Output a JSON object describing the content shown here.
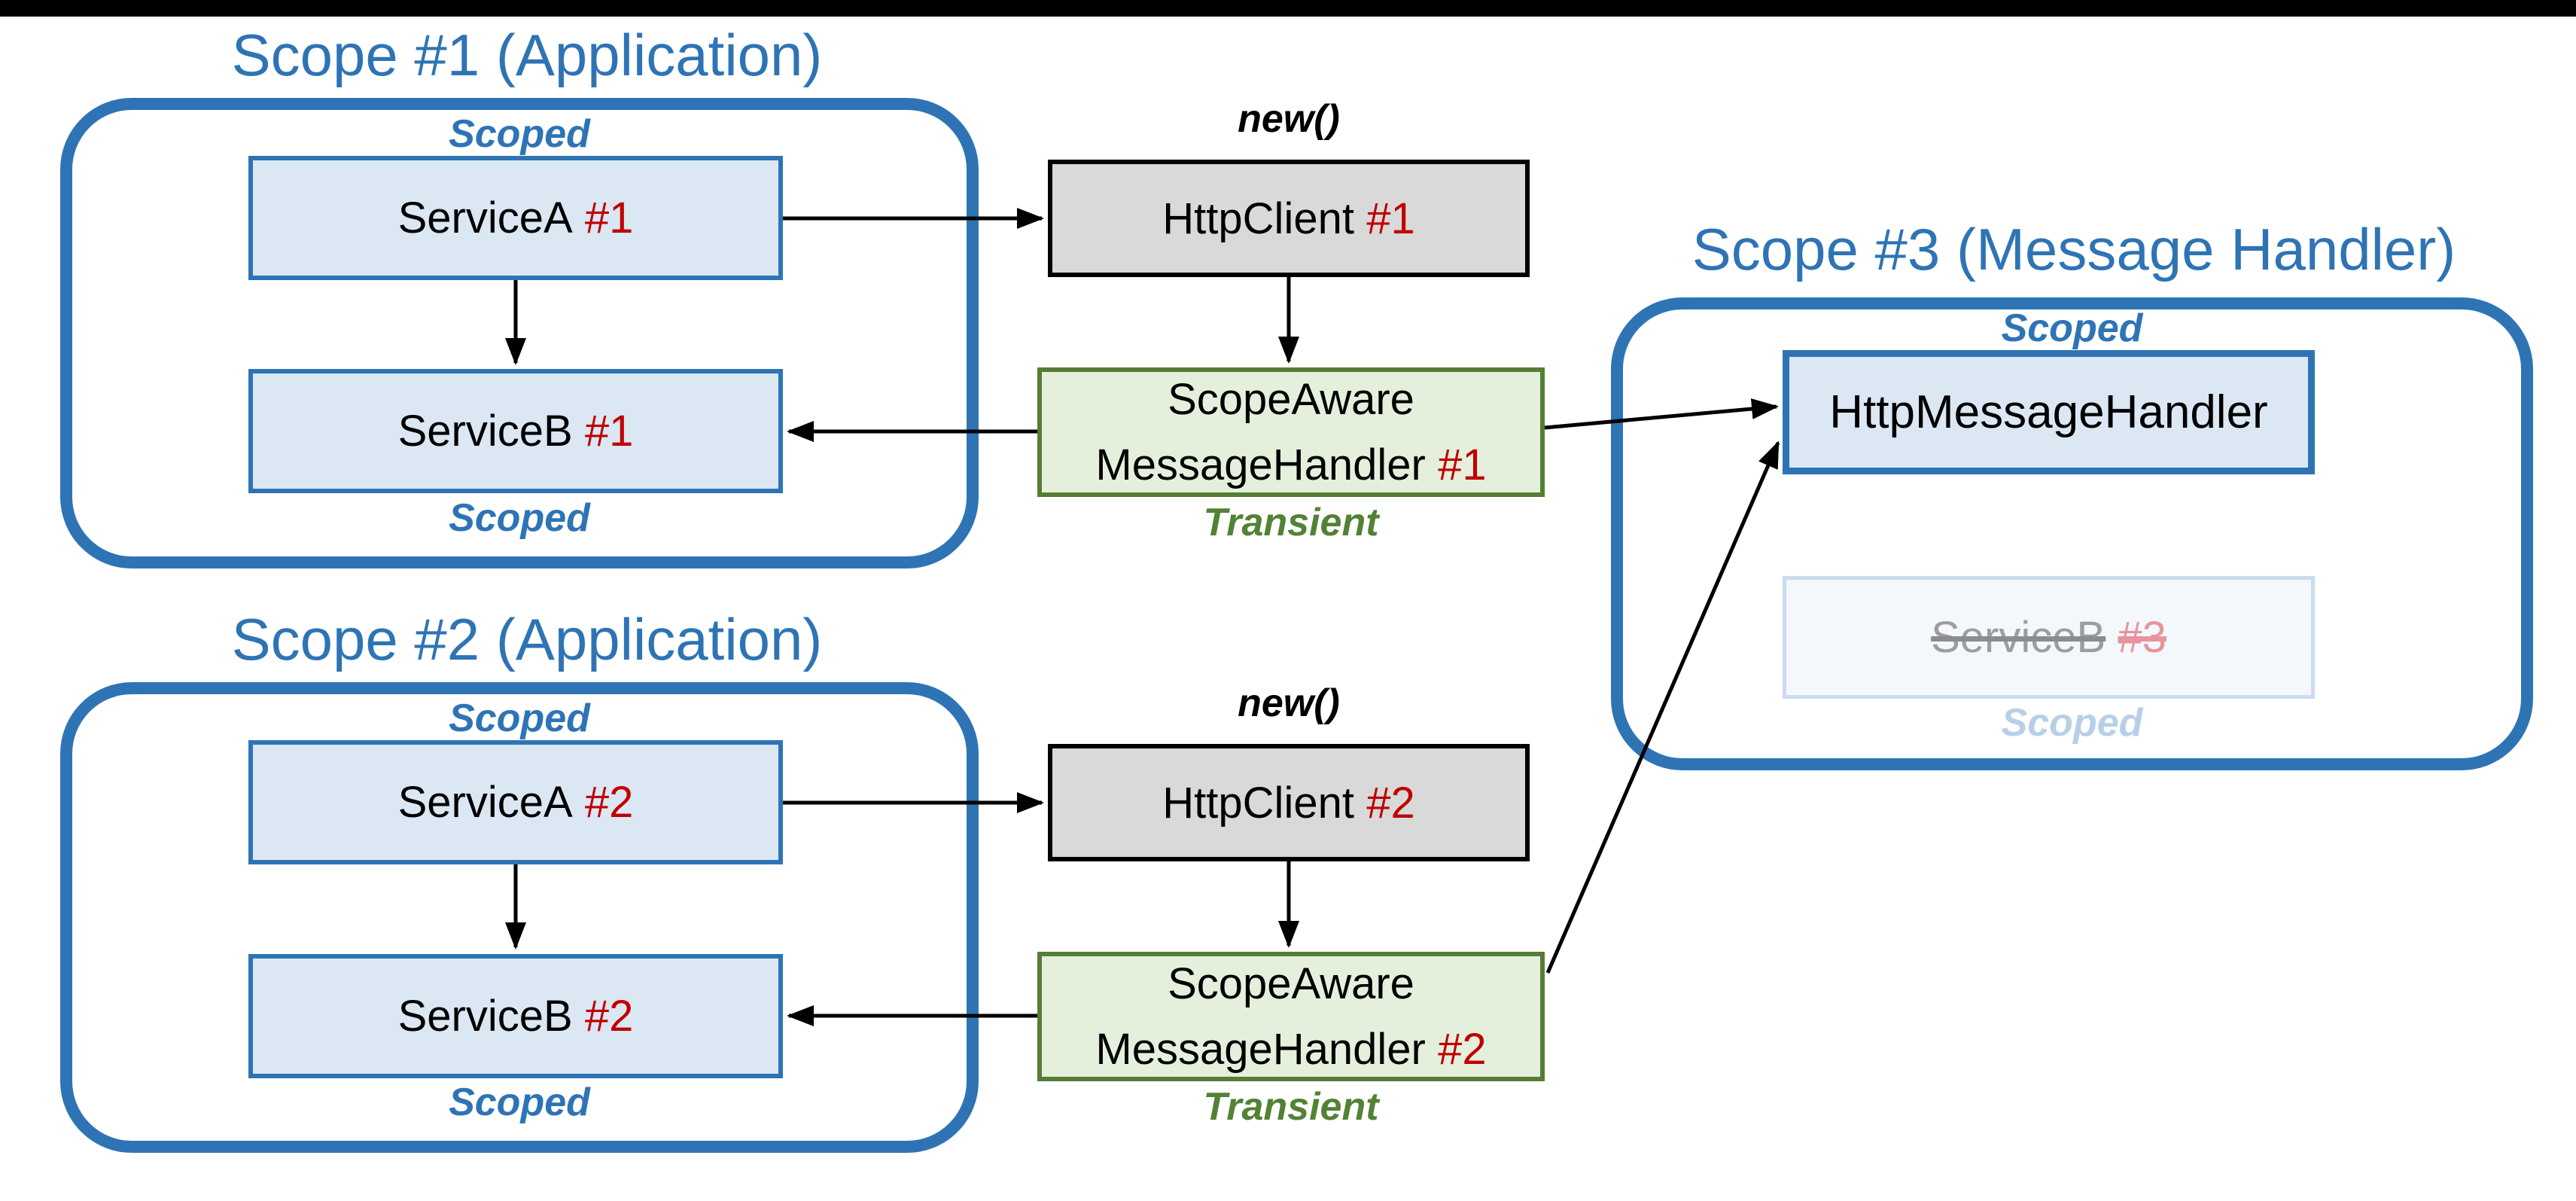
{
  "colors": {
    "accent_blue": "#2E74B5",
    "light_blue_fill": "#DBE7F3",
    "gray_fill": "#D9D9D9",
    "green_fill": "#E4F0DC",
    "green_border": "#567D35",
    "transient_green": "#538135",
    "instance_red": "#C00000",
    "faded_fill": "#F4F8FC",
    "faded_border": "#CADCEE",
    "faded_gray_text": "#9D9D9D",
    "faded_red_text": "#E8949C",
    "faded_blue_text": "#B8CFE8",
    "top_bar": "#000000"
  },
  "scope1": {
    "title": "Scope #1 (Application)",
    "scoped_top": "Scoped",
    "scoped_bottom": "Scoped",
    "service_a_name": "ServiceA",
    "service_a_id": "#1",
    "service_b_name": "ServiceB",
    "service_b_id": "#1"
  },
  "scope2": {
    "title": "Scope #2 (Application)",
    "scoped_top": "Scoped",
    "scoped_bottom": "Scoped",
    "service_a_name": "ServiceA",
    "service_a_id": "#2",
    "service_b_name": "ServiceB",
    "service_b_id": "#2"
  },
  "scope3": {
    "title": "Scope #3 (Message Handler)",
    "scoped_top": "Scoped",
    "handler_name": "HttpMessageHandler",
    "service_b_name": "ServiceB",
    "service_b_id": "#3",
    "scoped_bottom": "Scoped"
  },
  "client1": {
    "new_label": "new()",
    "name": "HttpClient",
    "id": "#1"
  },
  "client2": {
    "new_label": "new()",
    "name": "HttpClient",
    "id": "#2"
  },
  "handler1": {
    "line1": "ScopeAware",
    "line2_name": "MessageHandler",
    "id": "#1",
    "lifetime": "Transient"
  },
  "handler2": {
    "line1": "ScopeAware",
    "line2_name": "MessageHandler",
    "id": "#2",
    "lifetime": "Transient"
  },
  "connections": [
    {
      "from": "ServiceA #1",
      "to": "HttpClient #1"
    },
    {
      "from": "ServiceA #1",
      "to": "ServiceB #1"
    },
    {
      "from": "HttpClient #1",
      "to": "ScopeAwareMessageHandler #1"
    },
    {
      "from": "ScopeAwareMessageHandler #1",
      "to": "ServiceB #1"
    },
    {
      "from": "ScopeAwareMessageHandler #1",
      "to": "HttpMessageHandler"
    },
    {
      "from": "ServiceA #2",
      "to": "HttpClient #2"
    },
    {
      "from": "ServiceA #2",
      "to": "ServiceB #2"
    },
    {
      "from": "HttpClient #2",
      "to": "ScopeAwareMessageHandler #2"
    },
    {
      "from": "ScopeAwareMessageHandler #2",
      "to": "ServiceB #2"
    },
    {
      "from": "ScopeAwareMessageHandler #2",
      "to": "HttpMessageHandler"
    }
  ]
}
